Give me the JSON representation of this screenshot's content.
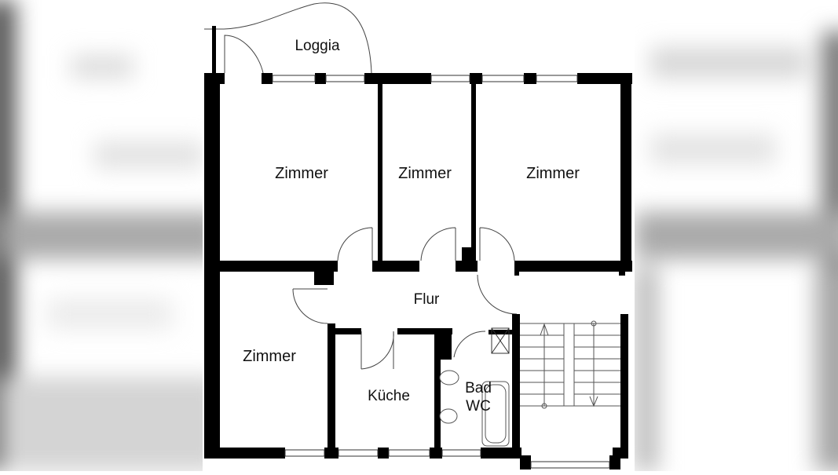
{
  "plan": {
    "type": "apartment floor plan",
    "rooms": [
      {
        "id": "loggia",
        "label": "Loggia"
      },
      {
        "id": "zimmer-1",
        "label": "Zimmer"
      },
      {
        "id": "zimmer-2",
        "label": "Zimmer"
      },
      {
        "id": "zimmer-3",
        "label": "Zimmer"
      },
      {
        "id": "flur",
        "label": "Flur"
      },
      {
        "id": "zimmer-4",
        "label": "Zimmer"
      },
      {
        "id": "kueche",
        "label": "Küche"
      },
      {
        "id": "bad",
        "label_line1": "Bad",
        "label_line2": "WC"
      },
      {
        "id": "stairwell",
        "label": ""
      }
    ],
    "colors": {
      "wall": "#000000",
      "background": "#ffffff",
      "line": "#555555",
      "blur_gray": "#bdbdbd"
    }
  }
}
